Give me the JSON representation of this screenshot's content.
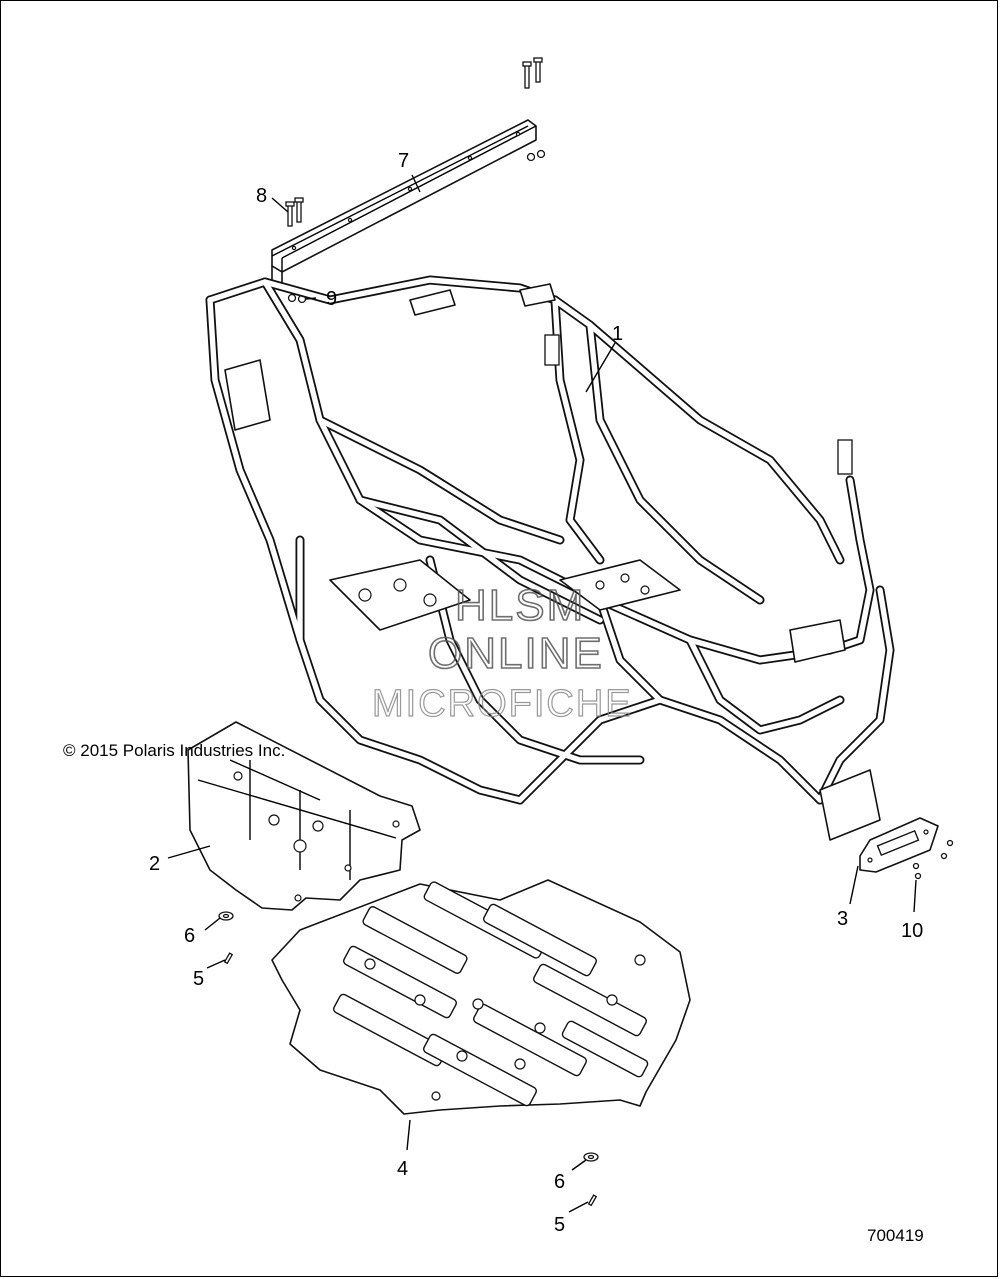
{
  "copyright": "© 2015 Polaris Industries Inc.",
  "diagram_number": "700419",
  "watermark": [
    "HLSM",
    "ONLINE",
    "MICROFICHE"
  ],
  "callouts": {
    "c1": "1",
    "c2": "2",
    "c3": "3",
    "c4": "4",
    "c5a": "5",
    "c5b": "5",
    "c6a": "6",
    "c6b": "6",
    "c7": "7",
    "c8": "8",
    "c9": "9",
    "c10": "10"
  }
}
